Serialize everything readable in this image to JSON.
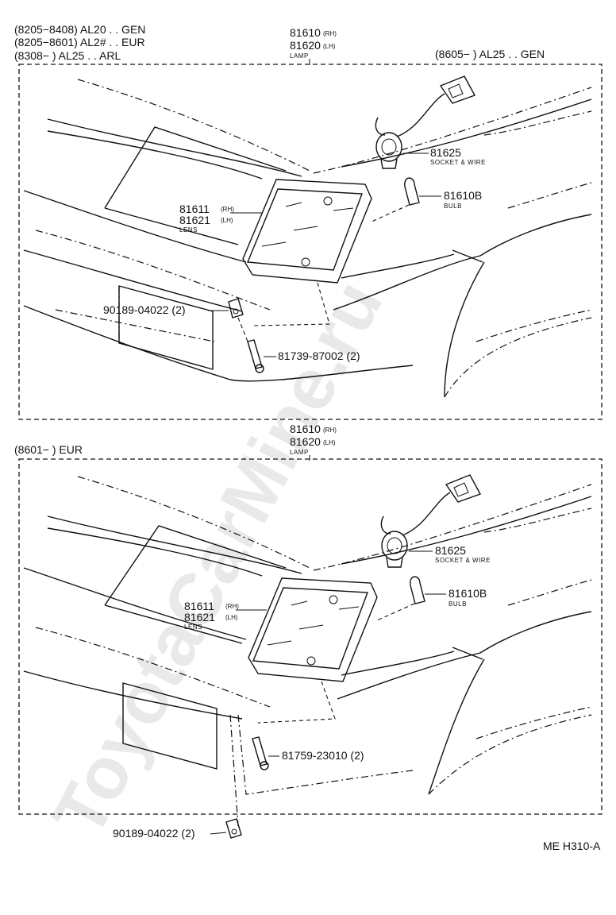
{
  "watermark": "ToyotaCarMine.ru",
  "diagram_code": "ME H310-A",
  "top": {
    "applic": [
      "(8205−8408) AL20 . . GEN",
      "(8205−8601) AL2# . . EUR",
      "(8308−        ) AL25 . . ARL"
    ],
    "applic_right": "(8605−        ) AL25 . . GEN",
    "lamp": {
      "rh": "81610",
      "rh_tag": "(RH)",
      "lh": "81620",
      "lh_tag": "(LH)",
      "caption": "LAMP"
    },
    "socket": {
      "num": "81625",
      "caption": "SOCKET & WIRE"
    },
    "bulb": {
      "num": "81610B",
      "caption": "BULB"
    },
    "lens": {
      "rh": "81611",
      "rh_tag": "(RH)",
      "lh": "81621",
      "lh_tag": "(LH)",
      "caption": "LENS"
    },
    "nut": "90189-04022 (2)",
    "screw": "81739-87002 (2)"
  },
  "bottom": {
    "applic": "(8601−        ) EUR",
    "lamp": {
      "rh": "81610",
      "rh_tag": "(RH)",
      "lh": "81620",
      "lh_tag": "(LH)",
      "caption": "LAMP"
    },
    "socket": {
      "num": "81625",
      "caption": "SOCKET & WIRE"
    },
    "bulb": {
      "num": "81610B",
      "caption": "BULB"
    },
    "lens": {
      "rh": "81611",
      "rh_tag": "(RH)",
      "lh": "81621",
      "lh_tag": "(LH)",
      "caption": "LENS"
    },
    "screw": "81759-23010 (2)",
    "nut": "90189-04022 (2)"
  }
}
